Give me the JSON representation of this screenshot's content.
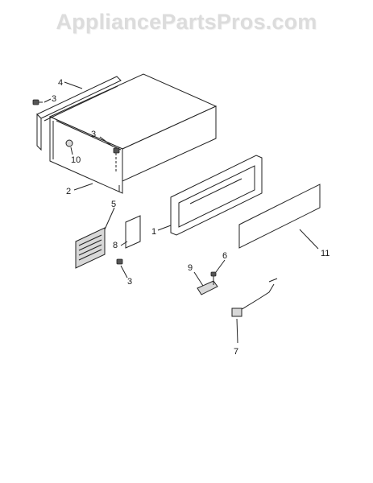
{
  "watermark": "AppliancePartsPros.com",
  "callouts": {
    "c1": "1",
    "c2": "2",
    "c3a": "3",
    "c3b": "3",
    "c3c": "3",
    "c4": "4",
    "c5": "5",
    "c6": "6",
    "c7": "7",
    "c8": "8",
    "c9": "9",
    "c10": "10",
    "c11": "11"
  }
}
